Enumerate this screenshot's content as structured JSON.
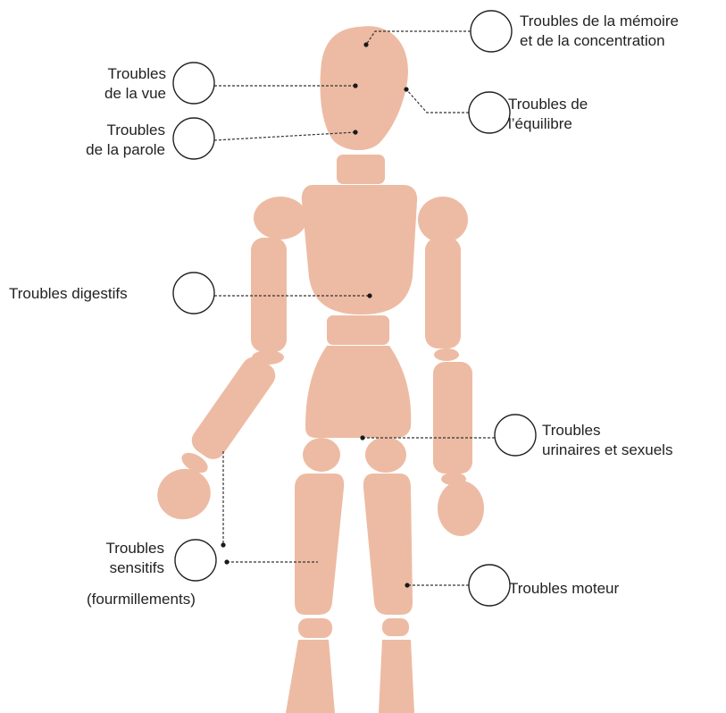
{
  "colors": {
    "body": "#EDBBA3",
    "background": "#FFFFFF",
    "text": "#222222",
    "leader": "#333333"
  },
  "labels": {
    "memory": {
      "line1": "Troubles de la mémoire",
      "line2": "et de la concentration"
    },
    "balance": {
      "line1": "Troubles de",
      "line2": "l’équilibre"
    },
    "vision": {
      "line1": "Troubles",
      "line2": "de la vue"
    },
    "speech": {
      "line1": "Troubles",
      "line2": "de la parole"
    },
    "digestive": {
      "line1": "Troubles digestifs"
    },
    "urinary": {
      "line1": "Troubles",
      "line2": "urinaires et sexuels"
    },
    "sensory": {
      "line1": "Troubles",
      "line2": "sensitifs",
      "line3": "(fourmillements)"
    },
    "motor": {
      "line1": "Troubles moteur"
    }
  }
}
